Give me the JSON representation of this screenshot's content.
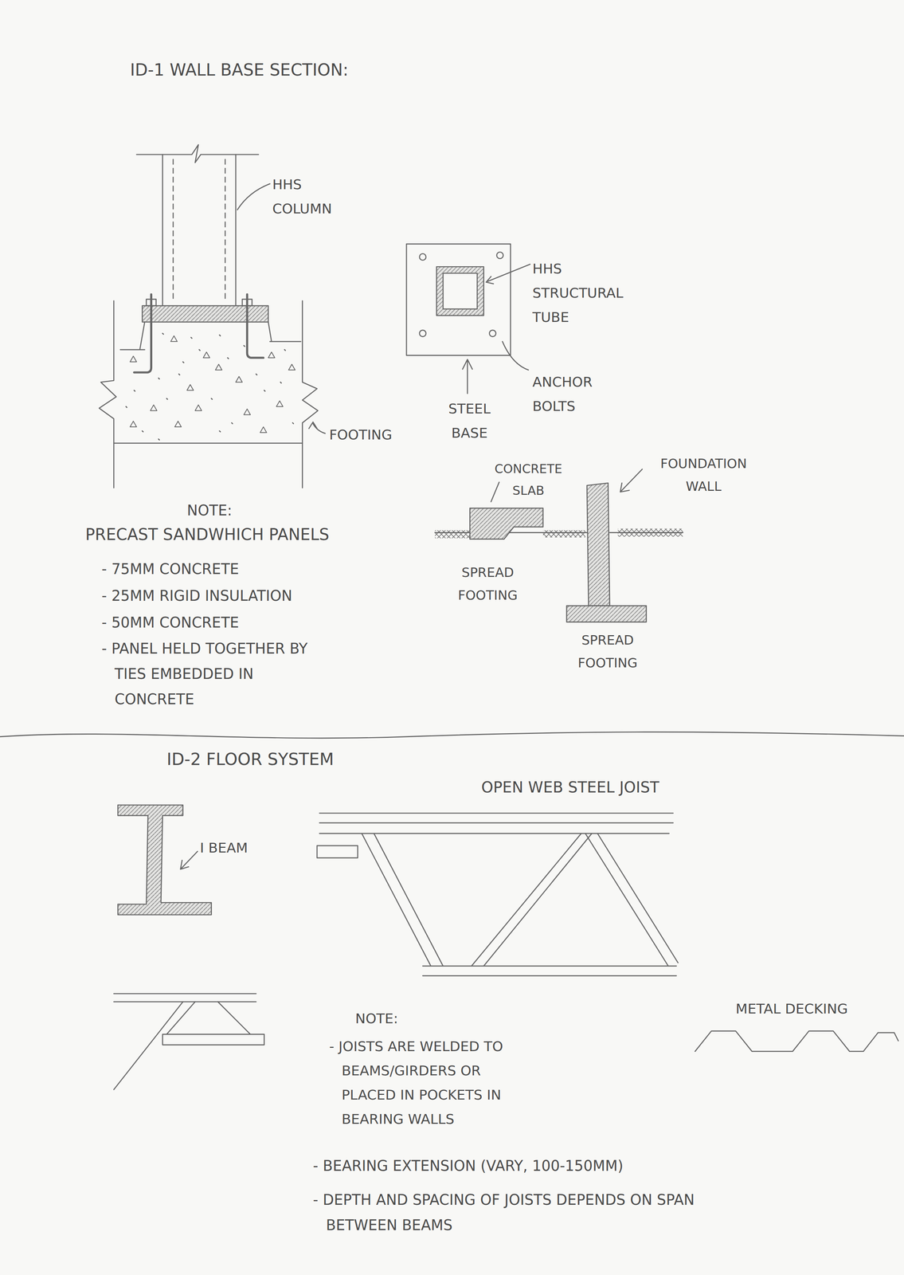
{
  "diagram": {
    "labels": [
      "ID-1 WALL BASE SECTION:",
      "HHS COLUMN",
      "FOOTING",
      "HHS STRUCTURAL TUBE",
      "STEEL BASE",
      "ANCHOR BOLTS",
      "CONCRETE SLAB",
      "FOUNDATION WALL",
      "SPREAD FOOTING",
      "SPREAD FOOTING",
      "NOTE:",
      "PRECAST SANDWHICH PANELS",
      "- 75MM CONCRETE",
      "- 25MM RIGID INSULATION",
      "- 50MM CONCRETE",
      "- PANEL HELD TOGETHER BY TIES EMBEDDED IN CONCRETE",
      "ID-2 FLOOR SYSTEM",
      "OPEN WEB STEEL JOIST",
      "I BEAM",
      "METAL DECKING",
      "NOTE:",
      "- JOISTS ARE WELDED TO BEAMS/GIRDERS OR PLACED IN POCKETS IN BEARING WALLS",
      "- BEARING EXTENSION (VARY, 100-150MM)",
      "- DEPTH AND SPACING OF JOISTS DEPENDS ON SPAN BETWEEN BEAMS"
    ]
  }
}
